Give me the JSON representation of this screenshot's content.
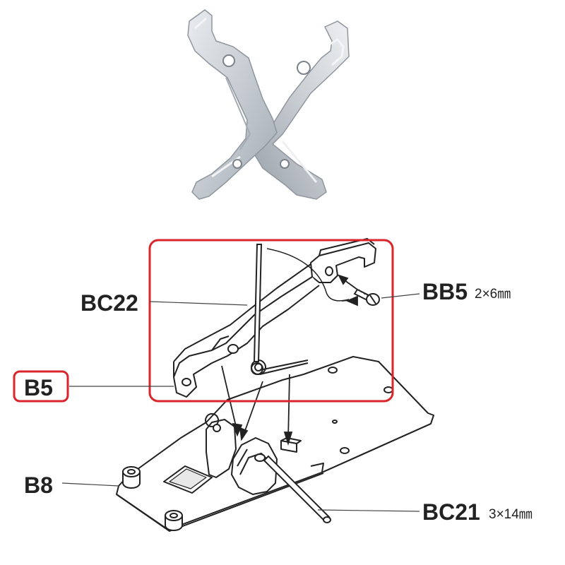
{
  "parts": {
    "bc22": {
      "code": "BC22"
    },
    "b5": {
      "code": "B5"
    },
    "b8": {
      "code": "B8"
    },
    "bb5": {
      "code": "BB5",
      "size": "2×6㎜"
    },
    "bc21": {
      "code": "BC21",
      "size": "3×14㎜"
    }
  },
  "colors": {
    "highlight": "#d9252b",
    "ink": "#222222",
    "metal_light": "#d7dbe0",
    "metal_mid": "#b9bfc6",
    "metal_dark": "#8f969e"
  },
  "icons": {
    "screw": "screw-icon",
    "pin": "pin-icon"
  }
}
